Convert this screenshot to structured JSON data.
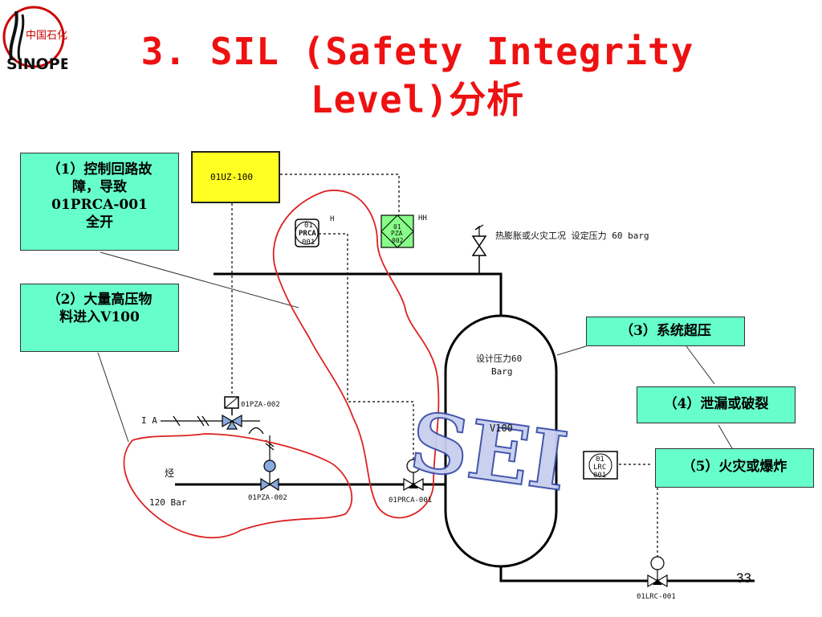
{
  "title": {
    "line1": "3. SIL (Safety Integrity",
    "line2": "Level)分析"
  },
  "logo": {
    "cn_text": "中国石化",
    "en_text": "SINOPEC",
    "icon": "sinopec-logo-icon"
  },
  "callouts": [
    {
      "num": "（1）",
      "lines": [
        "控制回路故",
        "障，导致",
        "01PRCA-001",
        "全开"
      ]
    },
    {
      "num": "（2）",
      "lines": [
        "大量高压物",
        "料进入V100"
      ]
    },
    {
      "text": "（3）系统超压"
    },
    {
      "text": "（4）泄漏或破裂"
    },
    {
      "text": "（5）火灾或爆炸"
    }
  ],
  "instruments": {
    "uz": "01UZ-100",
    "prca": {
      "l1": "01",
      "l2": "PRCA",
      "l3": "001",
      "alarm": "H"
    },
    "pza": {
      "l1": "01",
      "l2": "PZA",
      "l3": "002",
      "alarm": "HH"
    },
    "lrc": {
      "l1": "01",
      "l2": "LRC",
      "l3": "001"
    }
  },
  "labels": {
    "relief": "热膨胀或火灾工况 设定压力 60 barg",
    "design_pressure": "设计压力60",
    "design_unit": "Barg",
    "vessel": "V100",
    "ia": "I A",
    "hydrocarbon": "烃",
    "pressure": "120 Bar",
    "pza_valve_top": "01PZA-002",
    "pza_valve_bottom": "01PZA-002",
    "prca_valve": "01PRCA-001",
    "lrc_valve": "01LRC-001"
  },
  "watermark": "SEI",
  "colors": {
    "title": "#ee1111",
    "callout_bg": "#66ffcc",
    "uz_box": "#ffff22",
    "pza_bubble": "#88ff88",
    "loop": "#dd2222"
  },
  "page_number": "33"
}
